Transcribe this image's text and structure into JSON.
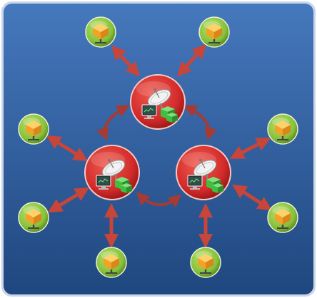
{
  "colors": {
    "panel_top": "#3f72b8",
    "panel_bottom": "#214a86",
    "panel_border": "#c9d6e8",
    "hub_red": "#d22a2a",
    "hub_dark": "#8e1414",
    "node_green": "#86c13b",
    "node_dark": "#4f7d1a",
    "arrow_red": "#c8453a",
    "dish_white": "#f2f2f2",
    "cube_orange": "#f2a327",
    "server_green": "#3fbf3f"
  },
  "icons": {
    "hub": "satellite-dish-with-monitor-and-servers-icon",
    "node": "package-box-network-client-icon"
  },
  "diagram": {
    "hubs": [
      {
        "id": "hub-top",
        "icon": "satellite-dish-icon"
      },
      {
        "id": "hub-left",
        "icon": "satellite-dish-icon"
      },
      {
        "id": "hub-right",
        "icon": "satellite-dish-icon"
      }
    ],
    "nodes": [
      {
        "id": "node-1",
        "hub": "hub-top"
      },
      {
        "id": "node-2",
        "hub": "hub-top"
      },
      {
        "id": "node-3",
        "hub": "hub-left"
      },
      {
        "id": "node-4",
        "hub": "hub-left"
      },
      {
        "id": "node-5",
        "hub": "hub-left"
      },
      {
        "id": "node-6",
        "hub": "hub-right"
      },
      {
        "id": "node-7",
        "hub": "hub-right"
      },
      {
        "id": "node-8",
        "hub": "hub-right"
      }
    ],
    "hub_links": [
      {
        "from": "hub-top",
        "to": "hub-left",
        "style": "dashed"
      },
      {
        "from": "hub-top",
        "to": "hub-right",
        "style": "dashed"
      },
      {
        "from": "hub-left",
        "to": "hub-right",
        "style": "dashed"
      }
    ]
  }
}
